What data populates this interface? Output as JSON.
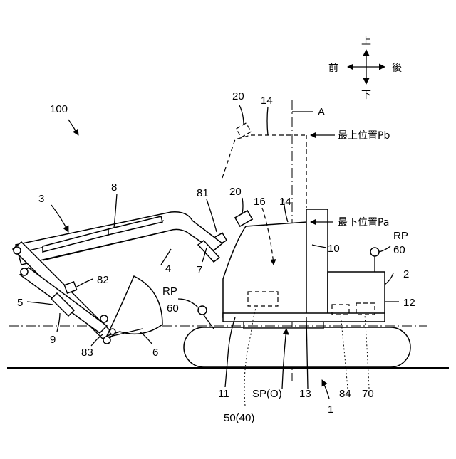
{
  "figure": {
    "directions": {
      "up": "上",
      "down": "下",
      "front": "前",
      "back": "後"
    },
    "position_labels": {
      "top": "最上位置Pb",
      "bottom": "最下位置Pa"
    },
    "axis_label": "A",
    "labels": {
      "l100": "100",
      "l3": "3",
      "l8": "8",
      "l4": "4",
      "l5": "5",
      "l9": "9",
      "l82": "82",
      "l83": "83",
      "l6": "6",
      "l7": "7",
      "l81": "81",
      "l20_upper": "20",
      "l14_upper": "14",
      "l20_lower": "20",
      "l16": "16",
      "l14_lower": "14",
      "l10": "10",
      "l2": "2",
      "l12": "12",
      "rp_right": "RP",
      "l60_right": "60",
      "rp_left": "RP",
      "l60_left": "60",
      "l11": "11",
      "l50": "50(40)",
      "lsp": "SP(O)",
      "l13": "13",
      "l84": "84",
      "l70": "70",
      "l1": "1"
    }
  }
}
